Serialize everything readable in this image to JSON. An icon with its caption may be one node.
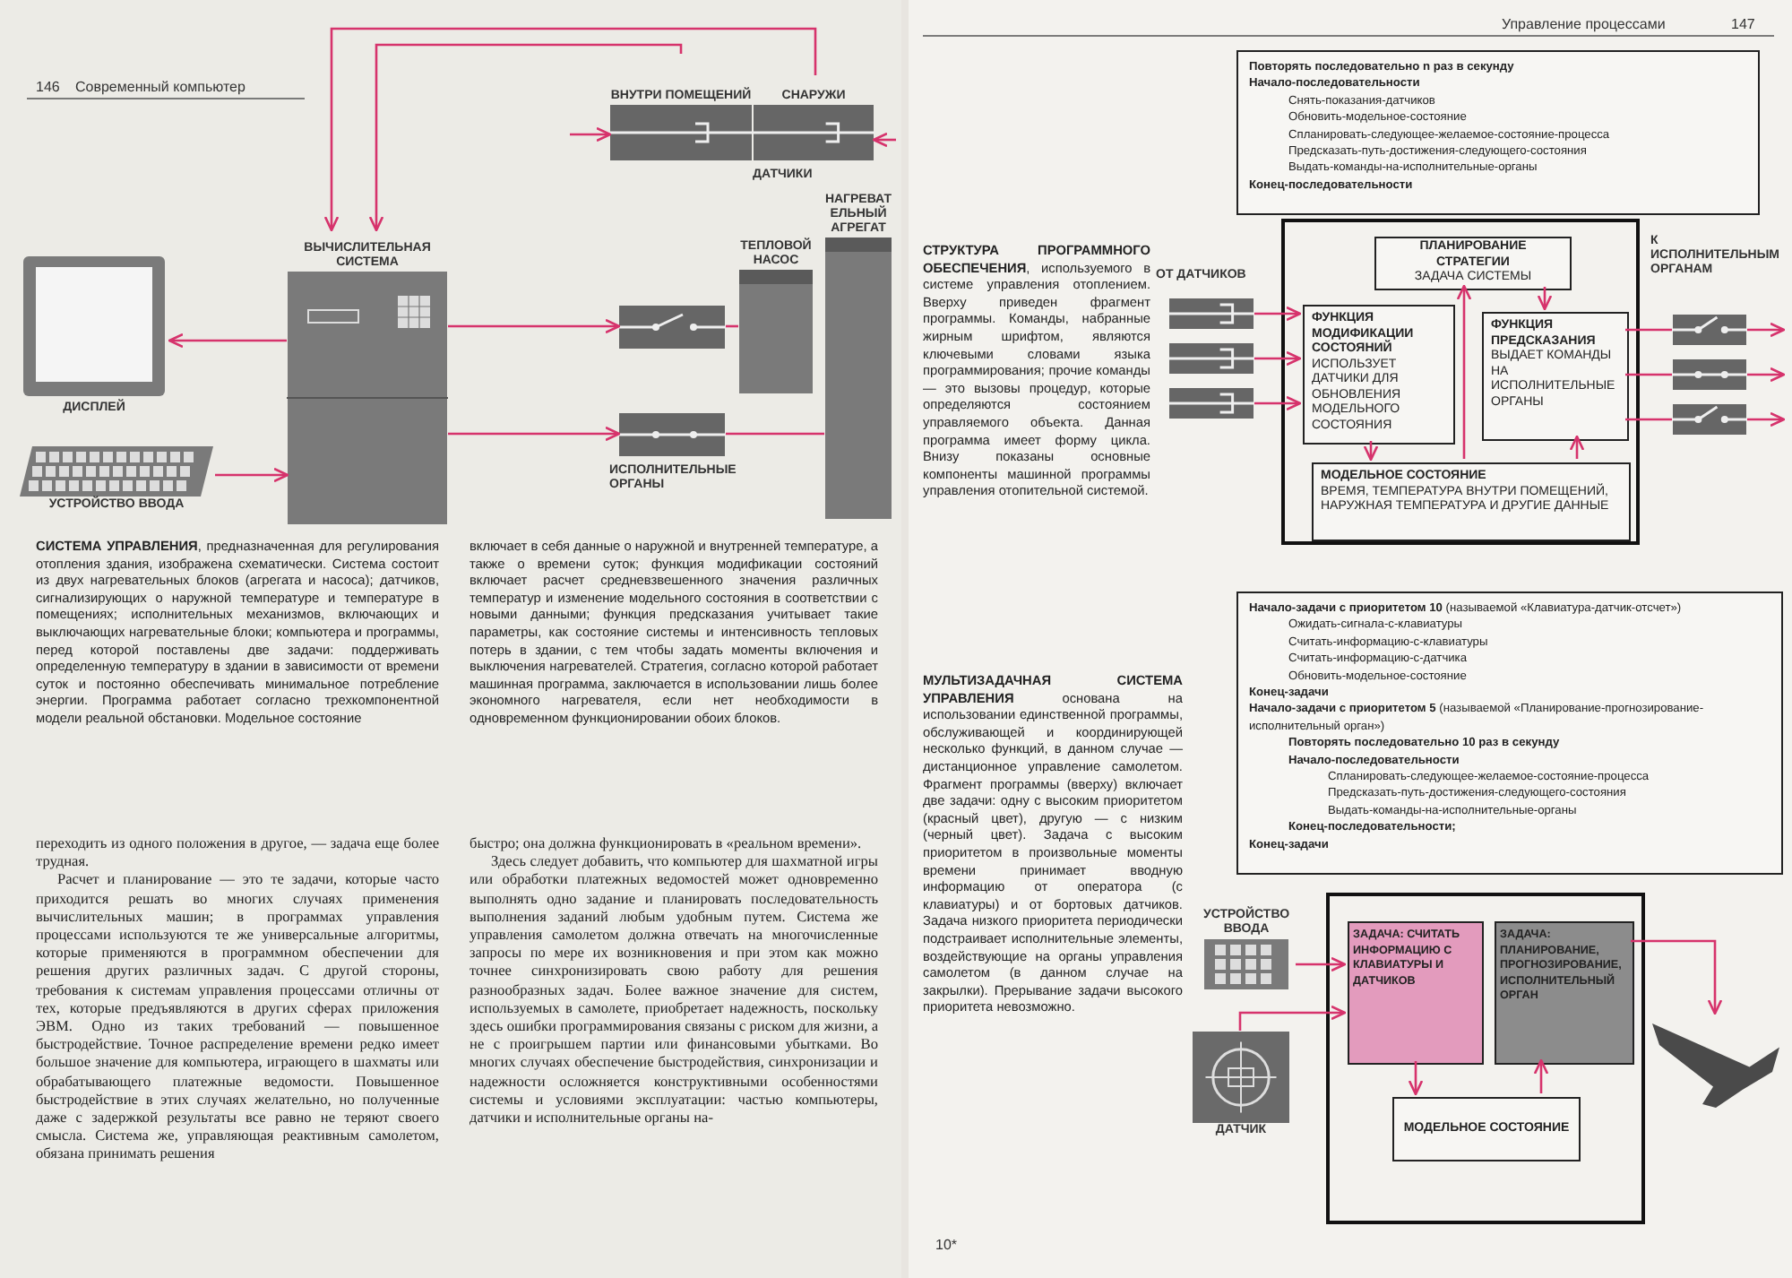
{
  "diagram": {
    "nodes": [
      {
        "text": [
          "ДИСПЛЕЙ"
        ]
      },
      {
        "text": [
          "УСТРОЙСТВО ВВОДА"
        ]
      },
      {
        "text": [
          "ВЫЧИСЛИТЕЛЬНАЯ СИСТЕМА"
        ]
      },
      {
        "text": [
          "ВНУТРИ ПОМЕЩЕНИЙ"
        ]
      },
      {
        "text": [
          "СНАРУЖИ"
        ]
      },
      {
        "text": [],
        "shape": "picture"
      },
      {
        "text": [],
        "shape": "picture",
        "beside": [
          "ИСПОЛНИТЕЛЬНЫЕ ОРГАНЫ"
        ]
      },
      {
        "text": [
          "ТЕПЛОВОЙ НАСОС"
        ]
      },
      {
        "text": [
          "НАГРЕВАТЕЛЬНЫЙ АГРЕГАТ"
        ]
      },
      {
        "text": [
          "**Повторять последовательно n раз в секунду**",
          "**Начало-последовательности**",
          "Снять-показания-датчиков",
          "Обновить-модельное-состояние",
          "Спланировать-следующее-желаемое-состояние-процесса",
          "Предсказать-путь-достижения-следующего-состояния",
          "Выдать-команды-на-исполнительные-органы",
          "**Конец-последовательности**"
        ]
      },
      {
        "text": [],
        "shape": "box"
      },
      {
        "text": [
          "ПЛАНИРОВАНИЕ СТРАТЕГИИ",
          "ЗАДАЧА СИСТЕМЫ"
        ],
        "in": 10
      },
      {
        "text": [
          "ФУНКЦИЯ МОДИФИКАЦИИ СОСТОЯНИЙ",
          "ИСПОЛЬЗУЕТ ДАТЧИКИ ДЛЯ ОБНОВЛЕНИЯ МОДЕЛЬНОГО СОСТОЯНИЯ"
        ],
        "in": 10
      },
      {
        "text": [
          "ФУНКЦИЯ ПРЕДСКАЗАНИЯ",
          "ВЫДАЕТ КОМАНДЫ НА ИСПОЛНИТЕЛЬНЫЕ ОРГАНЫ"
        ],
        "in": 10
      },
      {
        "text": [
          "МОДЕЛЬНОЕ СОСТОЯНИЕ",
          "ВРЕМЯ, ТЕМПЕРАТУРА ВНУТРИ ПОМЕЩЕНИЙ, НАРУЖНАЯ ТЕМПЕРАТУРА И ДРУГИЕ ДАННЫЕ"
        ],
        "in": 10
      },
      {
        "text": [],
        "shape": "picture"
      },
      {
        "text": [],
        "shape": "picture"
      },
      {
        "text": [],
        "shape": "picture"
      },
      {
        "text": [],
        "shape": "picture"
      },
      {
        "text": [],
        "shape": "picture"
      },
      {
        "text": [],
        "shape": "picture"
      },
      {
        "text": [
          "**Начало-задачи с приоритетом 10** (называемой «Клавиатура-датчик-отсчет»)",
          "Ожидать-сигнала-с-клавиатуры",
          "Считать-информацию-с-клавиатуры",
          "Считать-информацию-с-датчика",
          "Обновить-модельное-состояние",
          "**Конец-задачи**",
          "**Начало-задачи с приоритетом 5** (называемой «Планирование-прогнозирование-исполнительный орган»)",
          "**Повторять последовательно 10 раз в секунду**",
          "**Начало-последовательности**",
          "Спланировать-следующее-желаемое-состояние-процесса",
          "Предсказать-путь-достижения-следующего-состояния",
          "Выдать-команды-на-исполнительные-органы",
          "**Конец-последовательности;**",
          "**Конец-задачи**"
        ]
      },
      {
        "text": [],
        "shape": "box"
      },
      {
        "text": [
          "ЗАДАЧА: СЧИТАТЬ ИНФОРМАЦИЮ С КЛАВИАТУРЫ И ДАТЧИКОВ"
        ],
        "in": 22
      },
      {
        "text": [
          "ЗАДАЧА: ПЛАНИРОВАНИЕ, ПРОГНОЗИРОВАНИЕ, ИСПОЛНИТЕЛЬНЫЙ ОРГАН"
        ],
        "in": 22
      },
      {
        "text": [
          "МОДЕЛЬНОЕ СОСТОЯНИЕ"
        ],
        "in": 22
      },
      {
        "text": [
          "УСТРОЙСТВО ВВОДА"
        ]
      },
      {
        "text": [
          "ДАТЧИК"
        ]
      },
      {
        "text": [],
        "shape": "picture"
      }
    ],
    "edges": [
      {
        "from": 2,
        "to": 0,
        "arrow": "to"
      },
      {
        "from": 1,
        "to": 2,
        "arrow": "to"
      },
      {
        "from": 3,
        "to": 2,
        "arrow": "to"
      },
      {
        "from": 4,
        "to": 2,
        "arrow": "to"
      },
      {
        "from": null,
        "to": 3,
        "arrow": "to"
      },
      {
        "from": null,
        "to": 4,
        "arrow": "to"
      },
      {
        "from": 2,
        "to": 5,
        "arrow": "to"
      },
      {
        "from": 2,
        "to": 6,
        "arrow": "to"
      },
      {
        "from": 5,
        "to": 7,
        "arrow": "none"
      },
      {
        "from": 6,
        "to": 8,
        "arrow": "none"
      },
      {
        "from": 15,
        "to": 12,
        "arrow": "to"
      },
      {
        "from": 16,
        "to": 12,
        "arrow": "to"
      },
      {
        "from": 17,
        "to": 12,
        "arrow": "to"
      },
      {
        "from": 12,
        "to": 14,
        "arrow": "to"
      },
      {
        "from": 14,
        "to": 11,
        "arrow": "to"
      },
      {
        "from": 11,
        "to": 13,
        "arrow": "to"
      },
      {
        "from": 14,
        "to": 13,
        "arrow": "to"
      },
      {
        "from": 13,
        "to": 18,
        "arrow": "none"
      },
      {
        "from": 13,
        "to": 19,
        "arrow": "none"
      },
      {
        "from": 13,
        "to": 20,
        "arrow": "none"
      },
      {
        "from": 18,
        "to": null,
        "arrow": "to"
      },
      {
        "from": 19,
        "to": null,
        "arrow": "to"
      },
      {
        "from": 20,
        "to": null,
        "arrow": "to"
      },
      {
        "from": 26,
        "to": 23,
        "arrow": "to"
      },
      {
        "from": 27,
        "to": 23,
        "arrow": "to"
      },
      {
        "from": 23,
        "to": 25,
        "arrow": "to"
      },
      {
        "from": 25,
        "to": 24,
        "arrow": "to"
      },
      {
        "from": 24,
        "to": 28,
        "arrow": "to"
      }
    ],
    "labels": [
      "146",
      "Современный компьютер",
      "ДАТЧИКИ",
      "**СИСТЕМА УПРАВЛЕНИЯ**, предназначенная для регулирования отопления здания, изображена схематически. Система состоит из двух нагревательных блоков (агрегата и насоса); датчиков, сигнализирующих о наружной температуре и температуре в помещениях; исполнительных механизмов, включающих и выключающих нагревательные блоки; компьютера и программы, перед которой поставлены две задачи: поддерживать определенную температуру в здании в зависимости от времени суток и постоянно обеспечивать минимальное потребление энергии. Программа работает согласно трехкомпонентной модели реальной обстановки. Модельное состояние",
      "включает в себя данные о наружной и внутренней температуре, а также о времени суток; функция модификации состояний включает расчет средневзвешенного значения различных температур и изменение модельного состояния в соответствии с новыми данными; функция предсказания учитывает такие параметры, как состояние системы и интенсивность тепловых потерь в здании, с тем чтобы задать моменты включения и выключения нагревателей. Стратегия, согласно которой работает машинная программа, заключается в использовании лишь более экономного нагревателя, если нет необходимости в одновременном функционировании обоих блоков.",
      "переходить из одного положения в другое, — задача еще более трудная.",
      "Расчет и планирование — это те задачи, которые часто приходится решать во многих случаях применения вычислительных машин; в программах управления процессами используются те же универсальные алгоритмы, которые применяются в программном обеспечении для решения других различных задач. С другой стороны, требования к системам управления процессами отличны от тех, которые предъявляются в других сферах приложения ЭВМ. Одно из таких требований — повышенное быстродействие. Точное распределение времени редко имеет большое значение для компьютера, играющего в шахматы или обрабатывающего платежные ведомости. Повышенное быстродействие в этих случаях желательно, но полученные даже с задержкой результаты все равно не теряют своего смысла. Система же, управляющая реактивным самолетом, обязана принимать решения",
      "быстро; она должна функционировать в «реальном времени».",
      "Здесь следует добавить, что компьютер для шахматной игры или обработки платежных ведомостей может одновременно выполнять одно задание и планировать последовательность выполнения заданий любым удобным путем. Система же управления самолетом должна отвечать на многочисленные запросы по мере их возникновения и при этом как можно точнее синхронизировать свою работу для решения разнообразных задач. Более важное значение для систем, используемых в самолете, приобретает надежность, поскольку здесь ошибки программирования связаны с риском для жизни, а не с проигрышем партии или финансовыми убытками. Во многих случаях обеспечение быстродействия, синхронизации и надежности осложняется конструктивными особенностями системы и условиями эксплуатации: частью компьютеры, датчики и исполнительные органы на-",
      "Управление процессами",
      "147",
      "**СТРУКТУРА ПРОГРАММНОГО ОБЕСПЕЧЕНИЯ**, используемого в системе управления отоплением. Вверху приведен фрагмент программы. Команды, набранные жирным шрифтом, являются ключевыми словами языка программирования; прочие команды — это вызовы процедур, которые определяются состоянием управляемого объекта. Данная программа имеет форму цикла. Внизу показаны основные компоненты машинной программы управления отопительной системой.",
      "ОТ ДАТЧИКОВ",
      "К ИСПОЛНИТЕЛЬНЫМ ОРГАНАМ",
      "**МУЛЬТИЗАДАЧНАЯ СИСТЕМА УПРАВЛЕНИЯ** основана на использовании единственной программы, обслуживающей и координирующей несколько функций, в данном случае — дистанционное управление самолетом. Фрагмент программы (вверху) включает две задачи: одну с высоким приоритетом (красный цвет), другую — с низким (черный цвет). Задача с высоким приоритетом в произвольные моменты времени принимает вводную информацию от оператора (с клавиатуры) и от бортовых датчиков. Задача низкого приоритета периодически подстраивает исполнительные элементы, воздействующие на органы управления самолетом (в данном случае на закрылки). Прерывание задачи высокого приоритета невозможно.",
      "10*"
    ]
  }
}
